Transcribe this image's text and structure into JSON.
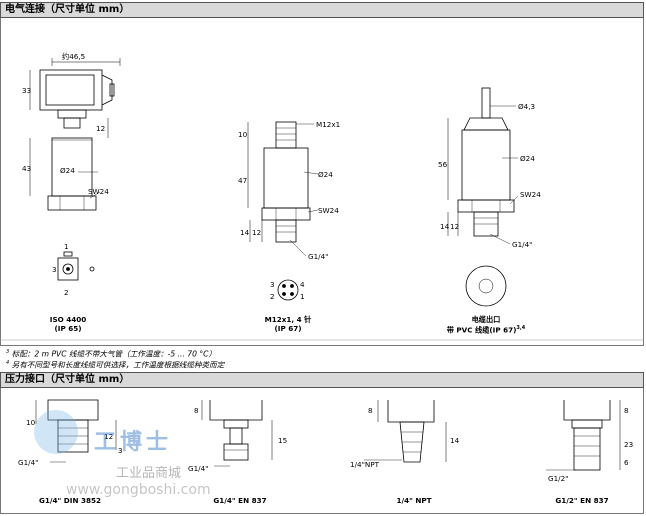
{
  "section1": {
    "title": "电气连接（尺寸单位 mm）"
  },
  "section2": {
    "title": "压力接口（尺寸单位 mm）"
  },
  "connectors": [
    {
      "dims": {
        "top_width": "约46,5",
        "height": "33",
        "gap": "12",
        "body": "43",
        "dia": "Ø24",
        "sw": "SW24"
      },
      "pins": {
        "p1": "1",
        "p2": "2",
        "p3": "3"
      },
      "caption_line1": "ISO 4400",
      "caption_line2": "(IP 65)"
    },
    {
      "dims": {
        "thread": "M12x1",
        "top": "10",
        "body": "47",
        "dia": "Ø24",
        "sw": "SW24",
        "d14": "14",
        "d12": "12",
        "port": "G1/4\""
      },
      "pins": {
        "p1": "1",
        "p2": "2",
        "p3": "3",
        "p4": "4"
      },
      "caption_line1": "M12x1, 4 针",
      "caption_line2": "(IP 67)"
    },
    {
      "dims": {
        "cable": "Ø4,3",
        "body": "56",
        "dia": "Ø24",
        "sw": "SW24",
        "d14": "14",
        "d12": "12",
        "port": "G1/4\""
      },
      "caption_line1": "电缆出口",
      "caption_line2": "带 PVC 线缆(IP 67)",
      "caption_sup": "3,4"
    }
  ],
  "notes": {
    "n3_sup": "3",
    "n3_text": "标配：2 m PVC 线缆不带大气管（工作温度：-5 ... 70 °C）",
    "n4_sup": "4",
    "n4_text": "另有不同型号和长度线缆可供选择，工作温度根据线缆种类而定"
  },
  "ports": [
    {
      "caption": "G1/4\" DIN 3852",
      "dims": {
        "d1": "10",
        "d2": "12",
        "d3": "3",
        "thread": "G1/4\""
      }
    },
    {
      "caption": "G1/4\" EN 837",
      "dims": {
        "d1": "8",
        "d2": "15",
        "thread": "G1/4\""
      }
    },
    {
      "caption": "1/4\" NPT",
      "dims": {
        "d1": "8",
        "d2": "14",
        "thread": "1/4\"NPT"
      }
    },
    {
      "caption": "G1/2\" EN 837",
      "dims": {
        "d1": "8",
        "d2": "23",
        "d3": "6",
        "thread": "G1/2\""
      }
    }
  ],
  "watermark": {
    "brand": "工博士",
    "site": "工业品商城",
    "url": "www.gongboshi.com"
  }
}
